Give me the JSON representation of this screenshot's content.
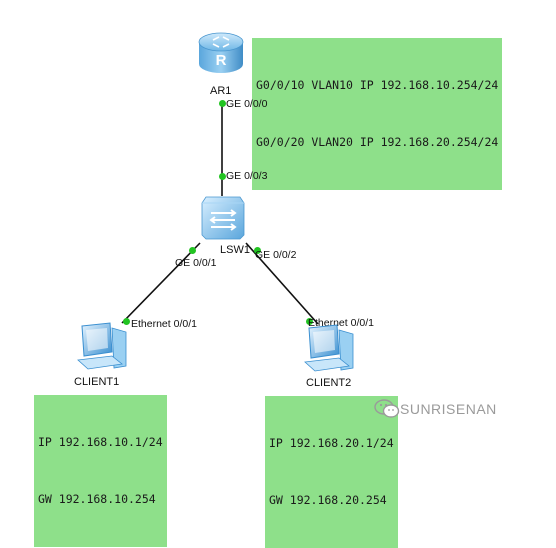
{
  "devices": {
    "router": {
      "name": "AR1"
    },
    "switch": {
      "name": "LSW1"
    },
    "client1": {
      "name": "CLIENT1"
    },
    "client2": {
      "name": "CLIENT2"
    }
  },
  "ports": {
    "ar1_g000": "GE 0/0/0",
    "lsw1_g003": "GE 0/0/3",
    "lsw1_g001": "GE 0/0/1",
    "lsw1_g002": "GE 0/0/2",
    "client1_eth": "Ethernet 0/0/1",
    "client2_eth": "Ethernet 0/0/1"
  },
  "notes": {
    "router": [
      "G0/0/10 VLAN10 IP 192.168.10.254/24",
      "G0/0/20 VLAN20 IP 192.168.20.254/24"
    ],
    "client1": [
      "IP 192.168.10.1/24",
      "GW 192.168.10.254"
    ],
    "client2": [
      "IP 192.168.20.1/24",
      "GW 192.168.20.254"
    ]
  },
  "colors": {
    "note_bg": "#8ee08a",
    "link_dot": "#22c422",
    "router_blue": "#5aa6dc",
    "pc_blue": "#3a8fd0"
  },
  "watermark": "SUNRISENAN"
}
